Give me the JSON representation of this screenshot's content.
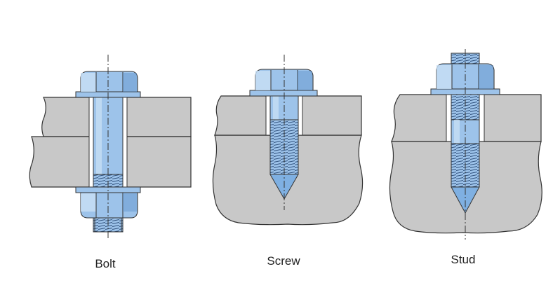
{
  "diagram": {
    "panels": [
      {
        "id": "bolt",
        "label": "Bolt"
      },
      {
        "id": "screw",
        "label": "Screw"
      },
      {
        "id": "stud",
        "label": "Stud"
      }
    ]
  },
  "colors": {
    "material": "#c8c8c8",
    "outline": "#333333",
    "hardware_fill": "#9dc3ea",
    "hardware_light": "#c7def4",
    "hardware_dark": "#5f92cc",
    "centerline": "#333333"
  },
  "icons": {
    "bolt": "hex-bolt-with-nut",
    "screw": "hex-cap-screw",
    "stud": "threaded-stud-with-nut"
  }
}
